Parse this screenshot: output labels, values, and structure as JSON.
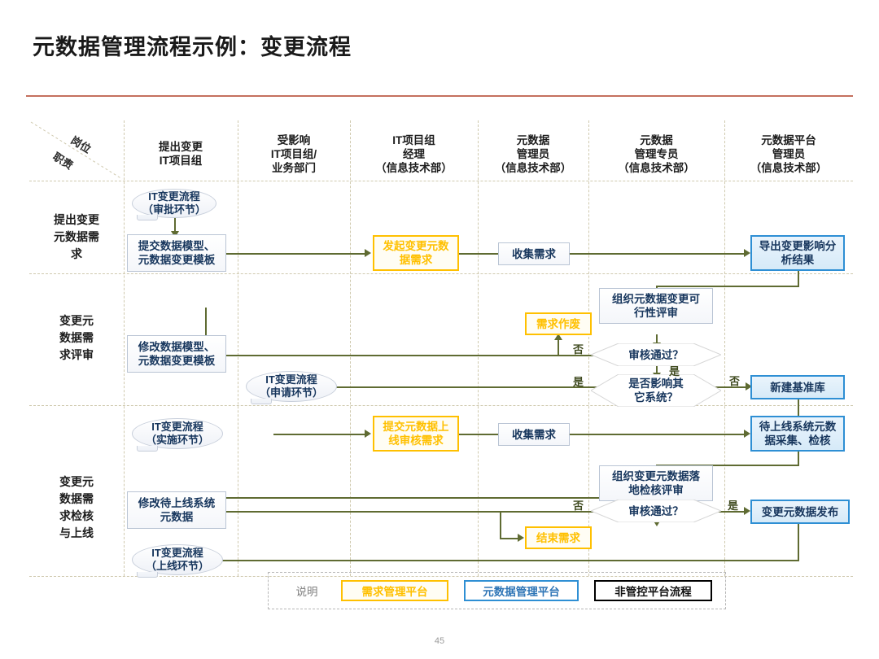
{
  "slide": {
    "title": "元数据管理流程示例：变更流程",
    "page_number": "45",
    "accent_color": "#c4705e"
  },
  "matrix": {
    "corner": {
      "axis_top": "岗位",
      "axis_bottom": "职责"
    },
    "columns": [
      {
        "id": "col-propose",
        "lines": [
          "提出变更",
          "IT项目组"
        ]
      },
      {
        "id": "col-affected",
        "lines": [
          "受影响",
          "IT项目组/",
          "业务部门"
        ]
      },
      {
        "id": "col-it-manager",
        "lines": [
          "IT项目组",
          "经理",
          "（信息技术部）"
        ]
      },
      {
        "id": "col-meta-admin",
        "lines": [
          "元数据",
          "管理员",
          "（信息技术部）"
        ]
      },
      {
        "id": "col-meta-specialist",
        "lines": [
          "元数据",
          "管理专员",
          "（信息技术部）"
        ]
      },
      {
        "id": "col-platform-admin",
        "lines": [
          "元数据平台",
          "管理员",
          "（信息技术部）"
        ]
      }
    ],
    "rows": [
      {
        "id": "row-propose",
        "lines": [
          "提出变更",
          "元数据需",
          "求"
        ]
      },
      {
        "id": "row-review",
        "lines": [
          "变更元",
          "数据需",
          "求评审"
        ]
      },
      {
        "id": "row-check-online",
        "lines": [
          "变更元",
          "数据需",
          "求检核",
          "与上线"
        ]
      }
    ]
  },
  "nodes": {
    "it_change_approval": {
      "lines": [
        "IT变更流程",
        "（审批环节）"
      ],
      "shape": "ellipse",
      "style": "non-managed"
    },
    "submit_model_template": {
      "lines": [
        "提交数据模型、",
        "元数据变更模板"
      ],
      "shape": "box",
      "style": "white"
    },
    "initiate_change_request": {
      "lines": [
        "发起变更元数",
        "据需求"
      ],
      "shape": "box",
      "style": "yellow"
    },
    "collect_request_1": {
      "lines": [
        "收集需求"
      ],
      "shape": "box",
      "style": "white"
    },
    "export_impact_analysis": {
      "lines": [
        "导出变更影响分",
        "析结果"
      ],
      "shape": "box",
      "style": "blue"
    },
    "organize_feasibility_review": {
      "lines": [
        "组织元数据变更可",
        "行性评审"
      ],
      "shape": "box",
      "style": "white"
    },
    "review_passed_1": {
      "lines": [
        "审核通过？"
      ],
      "shape": "diamond",
      "style": "decision"
    },
    "affects_other_systems": {
      "lines": [
        "是否影响其",
        "它系统？"
      ],
      "shape": "diamond",
      "style": "decision"
    },
    "request_discarded": {
      "lines": [
        "需求作废"
      ],
      "shape": "box",
      "style": "yellow"
    },
    "modify_model_template": {
      "lines": [
        "修改数据模型、",
        "元数据变更模板"
      ],
      "shape": "box",
      "style": "white"
    },
    "it_change_apply": {
      "lines": [
        "IT变更流程",
        "（申请环节）"
      ],
      "shape": "ellipse",
      "style": "non-managed"
    },
    "create_baseline_db": {
      "lines": [
        "新建基准库"
      ],
      "shape": "box",
      "style": "blue"
    },
    "it_change_implement": {
      "lines": [
        "IT变更流程",
        "（实施环节）"
      ],
      "shape": "ellipse",
      "style": "non-managed"
    },
    "submit_online_review_request": {
      "lines": [
        "提交元数据上",
        "线审核需求"
      ],
      "shape": "box",
      "style": "yellow"
    },
    "collect_request_2": {
      "lines": [
        "收集需求"
      ],
      "shape": "box",
      "style": "white"
    },
    "pending_online_collect_check": {
      "lines": [
        "待上线系统元数",
        "据采集、检核"
      ],
      "shape": "box",
      "style": "blue"
    },
    "organize_landing_check_review": {
      "lines": [
        "组织变更元数据落",
        "地检核评审"
      ],
      "shape": "box",
      "style": "white"
    },
    "review_passed_2": {
      "lines": [
        "审核通过？"
      ],
      "shape": "diamond",
      "style": "decision"
    },
    "publish_change_metadata": {
      "lines": [
        "变更元数据发布"
      ],
      "shape": "box",
      "style": "blue"
    },
    "modify_pending_online_metadata": {
      "lines": [
        "修改待上线系统",
        "元数据"
      ],
      "shape": "box",
      "style": "white"
    },
    "end_request": {
      "lines": [
        "结束需求"
      ],
      "shape": "box",
      "style": "yellow"
    },
    "it_change_golive": {
      "lines": [
        "IT变更流程",
        "（上线环节）"
      ],
      "shape": "ellipse",
      "style": "non-managed"
    }
  },
  "edge_labels": {
    "review1_no": "否",
    "review1_yes": "是",
    "affects_yes": "是",
    "affects_no": "否",
    "review2_no": "否",
    "review2_yes": "是"
  },
  "legend": {
    "title": "说明",
    "items": [
      {
        "id": "legend-requirement-platform",
        "label": "需求管理平台",
        "color": "#ffc000"
      },
      {
        "id": "legend-metadata-platform",
        "label": "元数据管理平台",
        "color": "#2e8fd4"
      },
      {
        "id": "legend-non-managed-flow",
        "label": "非管控平台流程",
        "color": "#000000"
      }
    ]
  }
}
